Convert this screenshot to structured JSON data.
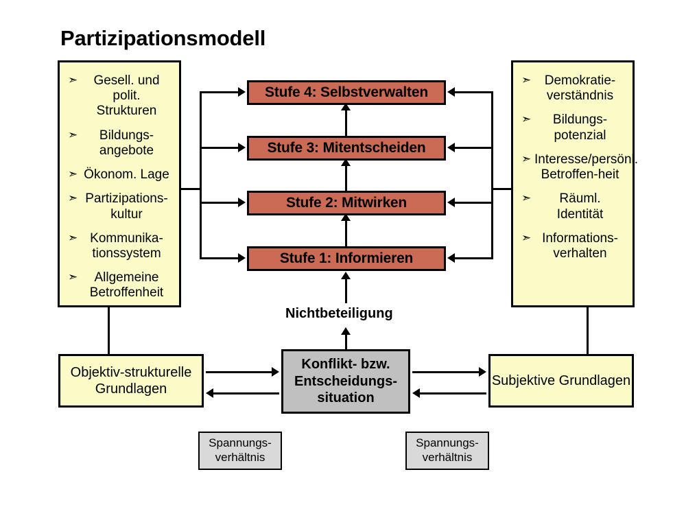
{
  "title": "Partizipationsmodell",
  "colors": {
    "panel_yellow": "#FBFBC8",
    "stage_red": "#CC6B55",
    "conflict_gray": "#C0C0C0",
    "tension_gray": "#D9D9D9",
    "outline": "#000000",
    "background": "#FFFFFF"
  },
  "left_panel": {
    "name": "objektiv-strukturelle-faktoren",
    "bullet_glyph": "➤",
    "items": [
      "Gesell. und polit. Strukturen",
      "Bildungs-angebote",
      "Ökonom. Lage",
      "Partizipations-kultur",
      "Kommunika-tionssystem",
      "Allgemeine Betroffenheit"
    ]
  },
  "right_panel": {
    "name": "subjektive-faktoren",
    "bullet_glyph": "➤",
    "items": [
      "Demokratie-verständnis",
      "Bildungs-potenzial",
      "Interesse/persönl. Betroffen-heit",
      "Räuml. Identität",
      "Informations-verhalten"
    ]
  },
  "stages": [
    {
      "label": "Stufe 4: Selbstverwalten",
      "level": 4
    },
    {
      "label": "Stufe 3: Mitentscheiden",
      "level": 3
    },
    {
      "label": "Stufe 2: Mitwirken",
      "level": 2
    },
    {
      "label": "Stufe 1: Informieren",
      "level": 1
    }
  ],
  "labels": {
    "nichtbeteiligung": "Nichtbeteiligung"
  },
  "bottom": {
    "left_box": "Objektiv-strukturelle Grundlagen",
    "center_box": "Konflikt- bzw. Entscheidungs-situation",
    "right_box": "Subjektive Grundlagen",
    "tension_left": "Spannungs-verhältnis",
    "tension_right": "Spannungs-verhältnis"
  }
}
